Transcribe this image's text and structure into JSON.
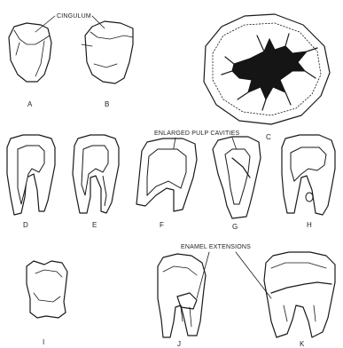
{
  "callouts": {
    "cingulum": "CINGULUM",
    "enlarged_pulp": "ENLARGED PULP CAVITIES",
    "enamel_ext": "ENAMEL EXTENSIONS"
  },
  "labels": {
    "a": "A",
    "b": "B",
    "c": "C",
    "d": "D",
    "e": "E",
    "f": "F",
    "g": "G",
    "h": "H",
    "i": "I",
    "j": "J",
    "k": "K"
  }
}
